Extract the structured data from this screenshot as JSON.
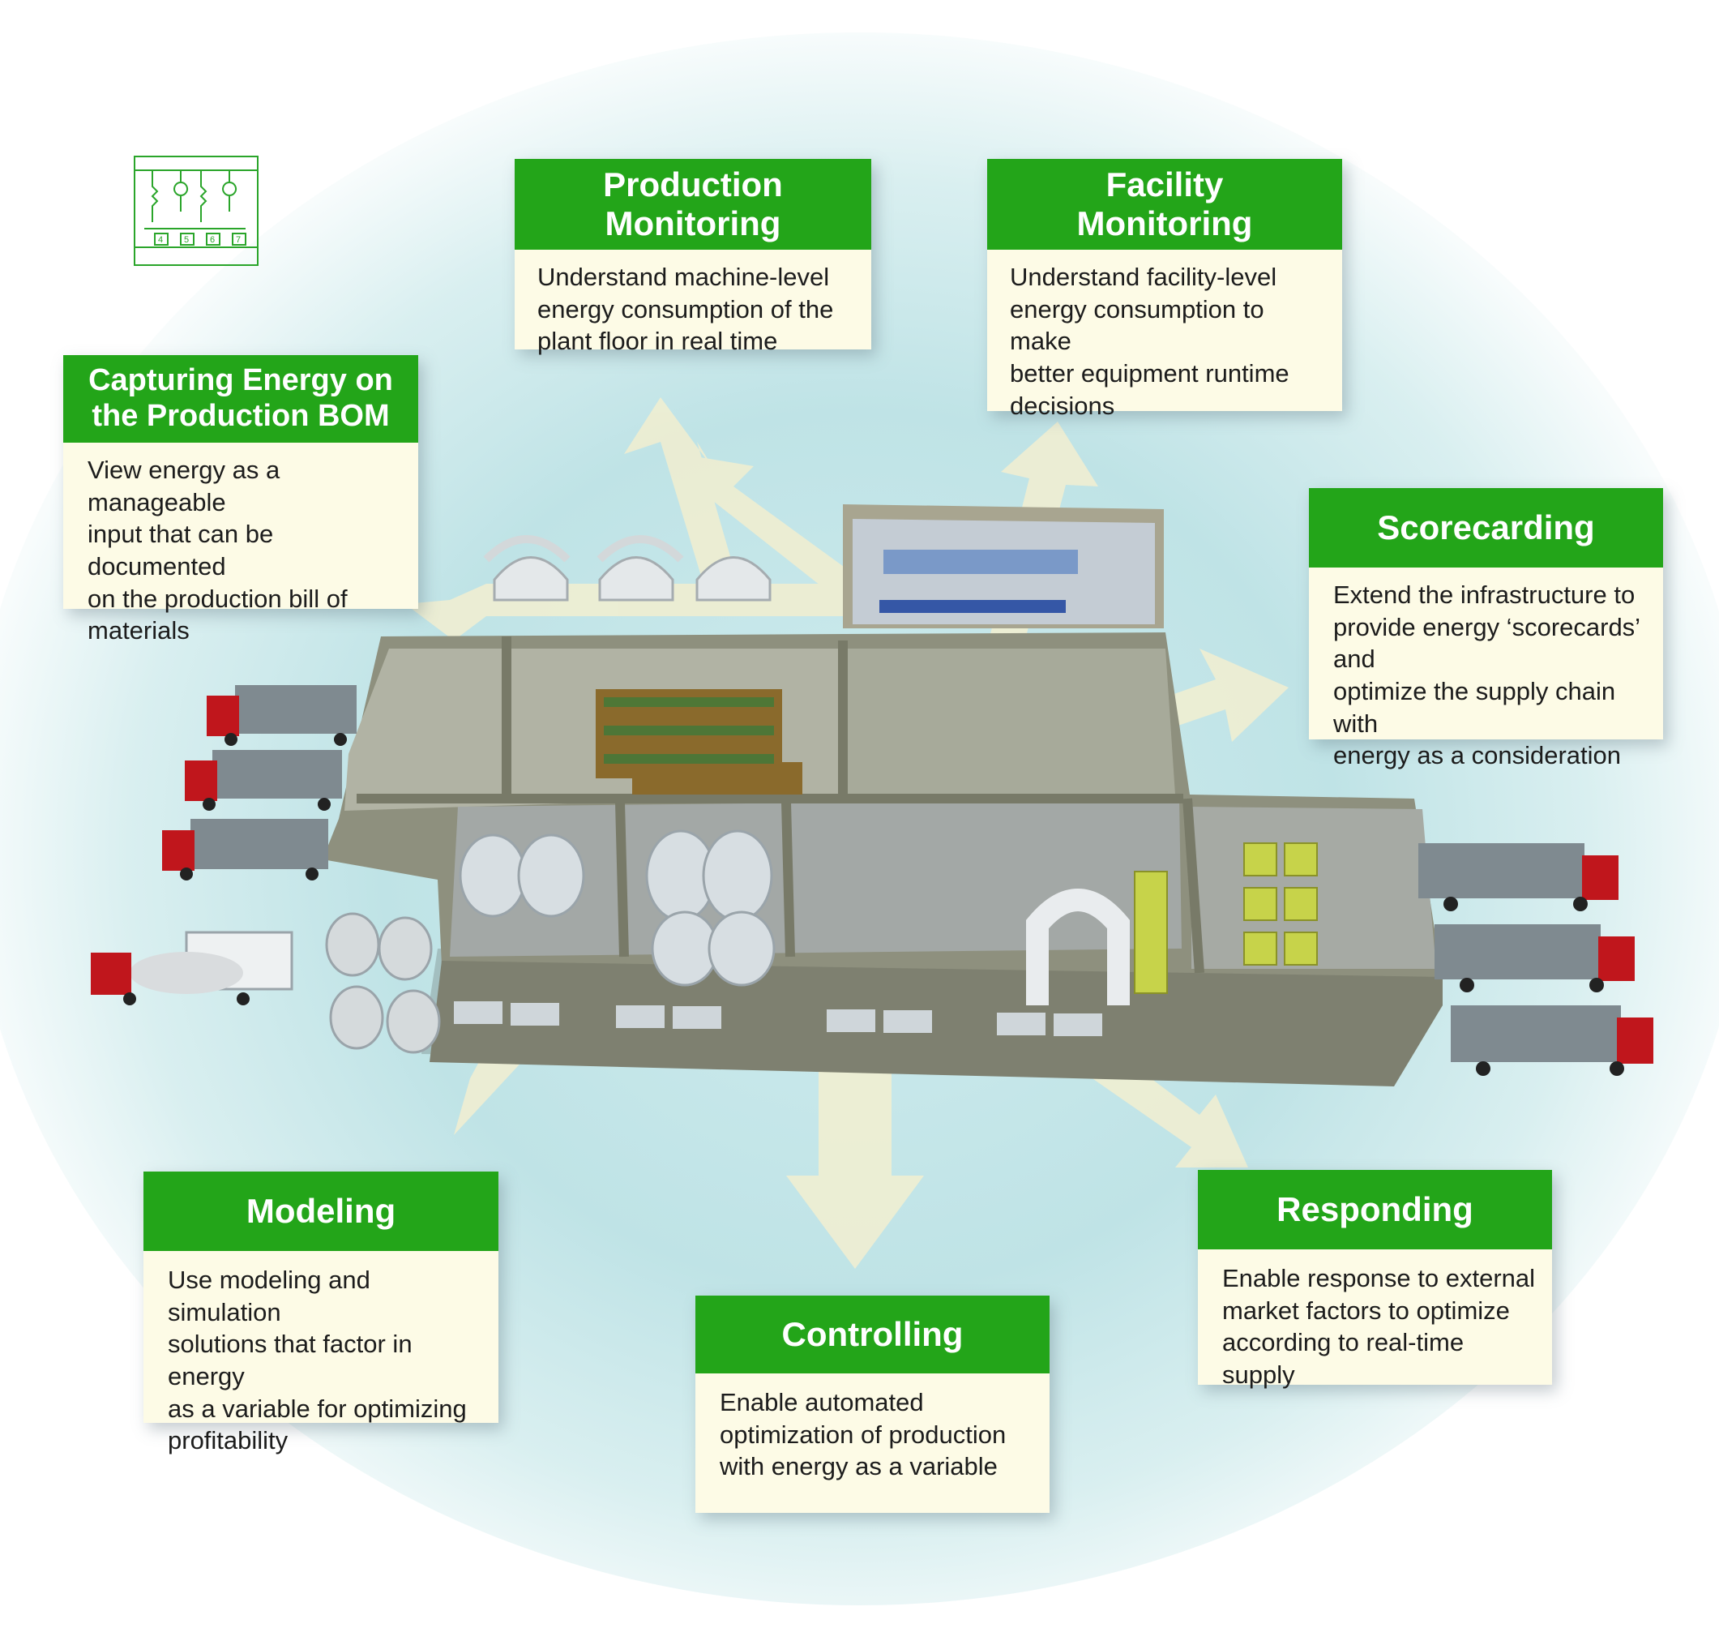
{
  "colors": {
    "header_green": "#23a519",
    "card_body": "#fdfbe6",
    "glow": "#bfe3e6",
    "arrow": "#f4efcf",
    "wall": "#8e907e",
    "floor": "#9aa0a0",
    "truck_red": "#c0161c",
    "trailer_grey": "#7f8a90"
  },
  "logo": {
    "icon": "circuit-schematic-icon",
    "labels": [
      "4",
      "5",
      "6",
      "7"
    ]
  },
  "cards": {
    "production_monitoring": {
      "title": "Production\nMonitoring",
      "text": "Understand machine-level\nenergy consumption of the\nplant floor in real time"
    },
    "facility_monitoring": {
      "title": "Facility\nMonitoring",
      "text": "Understand facility-level\nenergy consumption to make\nbetter equipment runtime\ndecisions"
    },
    "capturing_energy": {
      "title": "Capturing Energy on\nthe Production BOM",
      "text": "View energy as a manageable\ninput that can be documented\non the production bill of\nmaterials"
    },
    "scorecarding": {
      "title": "Scorecarding",
      "text": "Extend the infrastructure to\nprovide energy ‘scorecards’ and\noptimize the supply chain with\nenergy as a consideration"
    },
    "modeling": {
      "title": "Modeling",
      "text": "Use modeling and simulation\nsolutions that factor in energy\nas a variable for optimizing\nprofitability"
    },
    "controlling": {
      "title": "Controlling",
      "text": "Enable automated\noptimization of production\nwith energy as a variable"
    },
    "responding": {
      "title": "Responding",
      "text": "Enable response to external\nmarket factors to optimize\naccording to real-time supply"
    }
  }
}
